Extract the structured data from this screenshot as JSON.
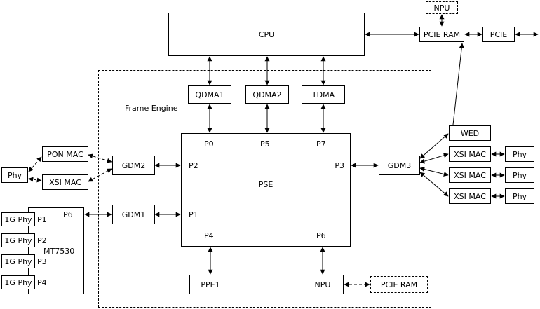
{
  "diagram": {
    "frame_engine_label": "Frame Engine",
    "cpu": "CPU",
    "npu_top": "NPU",
    "pcie_ram_top": "PCIE RAM",
    "pcie": "PCIE",
    "qdma1": "QDMA1",
    "qdma2": "QDMA2",
    "tdma": "TDMA",
    "pse": "PSE",
    "pse_ports": {
      "p0": "P0",
      "p5": "P5",
      "p7": "P7",
      "p2": "P2",
      "p1": "P1",
      "p3": "P3",
      "p4": "P4",
      "p6": "P6"
    },
    "gdm1": "GDM1",
    "gdm2": "GDM2",
    "gdm3": "GDM3",
    "ppe1": "PPE1",
    "npu_bottom": "NPU",
    "pcie_ram_bottom": "PCIE RAM",
    "pon_mac": "PON MAC",
    "xsi_mac_left": "XSI MAC",
    "phy_left": "Phy",
    "mt7530": {
      "label": "MT7530",
      "phys": [
        "1G Phy",
        "1G Phy",
        "1G Phy",
        "1G Phy"
      ],
      "ports": [
        "P1",
        "P2",
        "P3",
        "P4"
      ],
      "uplink_port": "P6"
    },
    "wed": "WED",
    "xsi_macs_right": [
      "XSI MAC",
      "XSI MAC",
      "XSI MAC"
    ],
    "phys_right": [
      "Phy",
      "Phy",
      "Phy"
    ]
  }
}
